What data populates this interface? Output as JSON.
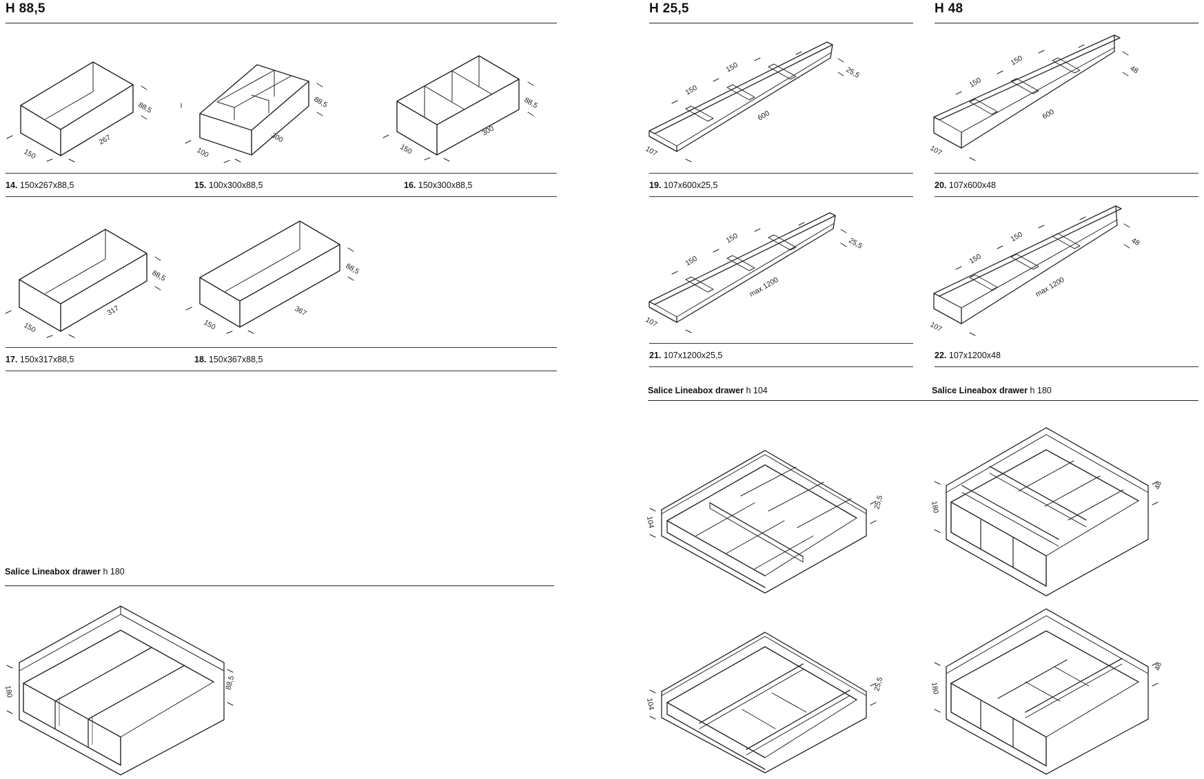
{
  "sections": {
    "h885_title": "H 88,5",
    "h255_title": "H 25,5",
    "h48_title": "H 48"
  },
  "items": {
    "i14": {
      "num": "14.",
      "dims": "150x267x88,5",
      "w": "150",
      "l": "267",
      "h": "88,5"
    },
    "i15": {
      "num": "15.",
      "dims": "100x300x88,5",
      "w": "100",
      "l": "300",
      "h": "88,5"
    },
    "i16": {
      "num": "16.",
      "dims": "150x300x88,5",
      "w": "150",
      "l": "300",
      "h": "88,5"
    },
    "i17": {
      "num": "17.",
      "dims": "150x317x88,5",
      "w": "150",
      "l": "317",
      "h": "88,5"
    },
    "i18": {
      "num": "18.",
      "dims": "150x367x88,5",
      "w": "150",
      "l": "367",
      "h": "88,5"
    },
    "i19": {
      "num": "19.",
      "dims": "107x600x25,5",
      "w": "107",
      "l": "600",
      "d": "150",
      "h": "25,5"
    },
    "i20": {
      "num": "20.",
      "dims": "107x600x48",
      "w": "107",
      "l": "600",
      "d": "150",
      "h": "48"
    },
    "i21": {
      "num": "21.",
      "dims": "107x1200x25,5",
      "w": "107",
      "l": "max 1200",
      "d": "150",
      "h": "25,5"
    },
    "i22": {
      "num": "22.",
      "dims": "107x1200x48",
      "w": "107",
      "l": "max 1200",
      "d": "150",
      "h": "48"
    }
  },
  "drawers": {
    "left": {
      "name": "Salice Lineabox drawer",
      "suffix": "h 180",
      "height": "180",
      "insert": "88,5"
    },
    "mid": {
      "name": "Salice Lineabox drawer",
      "suffix": "h 104",
      "height": "104",
      "insert": "25,5"
    },
    "right": {
      "name": "Salice Lineabox drawer",
      "suffix": "h 180",
      "height": "180",
      "insert": "48"
    }
  }
}
